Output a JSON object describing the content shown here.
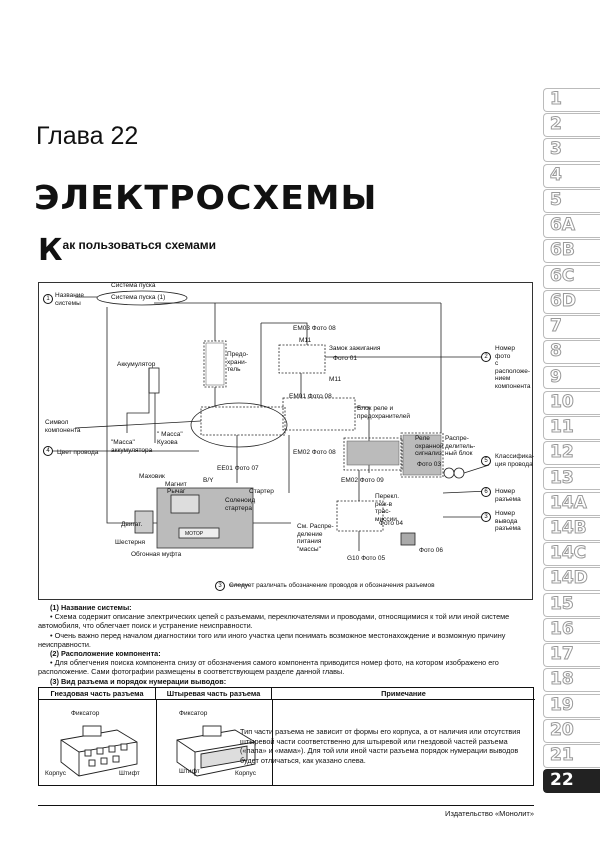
{
  "chapter": "Глава 22",
  "title": "ЭЛЕКТРОСХЕМЫ",
  "section": {
    "first_letter": "К",
    "rest": "ак пользоваться схемами"
  },
  "tabs": [
    "1",
    "2",
    "3",
    "4",
    "5",
    "6A",
    "6B",
    "6C",
    "6D",
    "7",
    "8",
    "9",
    "10",
    "11",
    "12",
    "13",
    "14A",
    "14B",
    "14C",
    "14D",
    "15",
    "16",
    "17",
    "18",
    "19",
    "20",
    "21",
    "22"
  ],
  "active_tab": "22",
  "diagram": {
    "labels": {
      "sys_name": "Название\nсистемы",
      "sys_start_top": "Система пуска",
      "sys_start_box": "Система пуска (1)",
      "battery": "Аккумулятор",
      "fuse_box": "Предо-\nхрани-\nтель",
      "em03": "EM03 Фото 08",
      "m11a": "M11",
      "ign_lock": "Замок зажигания",
      "photo01": "Фото 01",
      "photo_num": "Номер фото\nс расположе-\nнием\nкомпонента",
      "m11b": "M11",
      "em01": "EM01 Фото 08",
      "relay_block": "Блок реле и\nпредохранителей",
      "symbol": "Символ\nкомпонента",
      "mass_acc": "\"Масса\"\nаккумулятора",
      "mass_body": "\" Масса\"\nКузова",
      "wire_color": "Цвет провода",
      "ee01": "EE01 Фото 07",
      "em02": "EM02 Фото 08",
      "relay_sig": "Реле\nохранной\nсигнализ.",
      "distributor": "Распре-\nделитель-\nный блок",
      "photo03": "Фото 03",
      "wire_class": "Классифика-\nция провода",
      "flywheel": "Маховик",
      "magnet": "Магнит",
      "lever": "Рычаг",
      "starter": "Стартер",
      "solenoid": "Соленоид\nстартера",
      "em02b": "EM02 Фото 09",
      "switch": "Перекл.\nреж-в\nтрас-\nмиссии",
      "photo04": "Фото 04",
      "conn_num": "Номер\nразъема",
      "pin_num": "Номер\nвывода\nразъема",
      "engine": "Двигат.",
      "gear": "Шестерня",
      "motor": "МОТОР",
      "clutch": "Обгонная муфта",
      "see_power": "См. Распре-\nделение\nпитания\n\"массы\"",
      "g10": "G10 Фото 05",
      "photo06": "Фото 06",
      "by": "B/Y",
      "note3": "Следует различать обозначение проводов и обозначения разъемов"
    },
    "nums": [
      "1",
      "2",
      "3",
      "4",
      "5",
      "6"
    ]
  },
  "text": {
    "h1": "(1) Название системы:",
    "p1": "•  Схема содержит описание электрических цепей с разъемами, переключателями и проводами, относящимися к той или иной системе автомобиля, что облегчает поиск и устранение неисправности.",
    "p2": "•  Очень важно перед началом диагностики того или иного участка цепи понимать возможное местонахождение и возможную причину неисправности.",
    "h2": "(2) Расположение компонента:",
    "p3": "•  Для облегчения поиска компонента снизу от обозначения самого компонента приводится номер фото, на котором изображено его расположение. Сами фотографии размещены в соответствующем разделе данной главы.",
    "h3": "(3) Вид разъема и порядок нумерации выводов:"
  },
  "table": {
    "col1": "Гнездовая часть разъема",
    "col2": "Штыревая часть разъема",
    "col3": "Примечание",
    "female": {
      "latch": "Фиксатор",
      "body": "Корпус",
      "pin": "Штифт"
    },
    "male": {
      "latch": "Фиксатор",
      "pin": "Штифт",
      "body": "Корпус"
    },
    "note": "Тип части разъема не зависит от формы его корпуса, а от наличия или отсутствия штыревой части соответственно для штыревой или гнездовой частей разъема («папа» и «мама»). Для той или иной части разъема порядок нумерации выводов будет отличаться, как указано слева."
  },
  "footer": "Издательство «Монолит»"
}
